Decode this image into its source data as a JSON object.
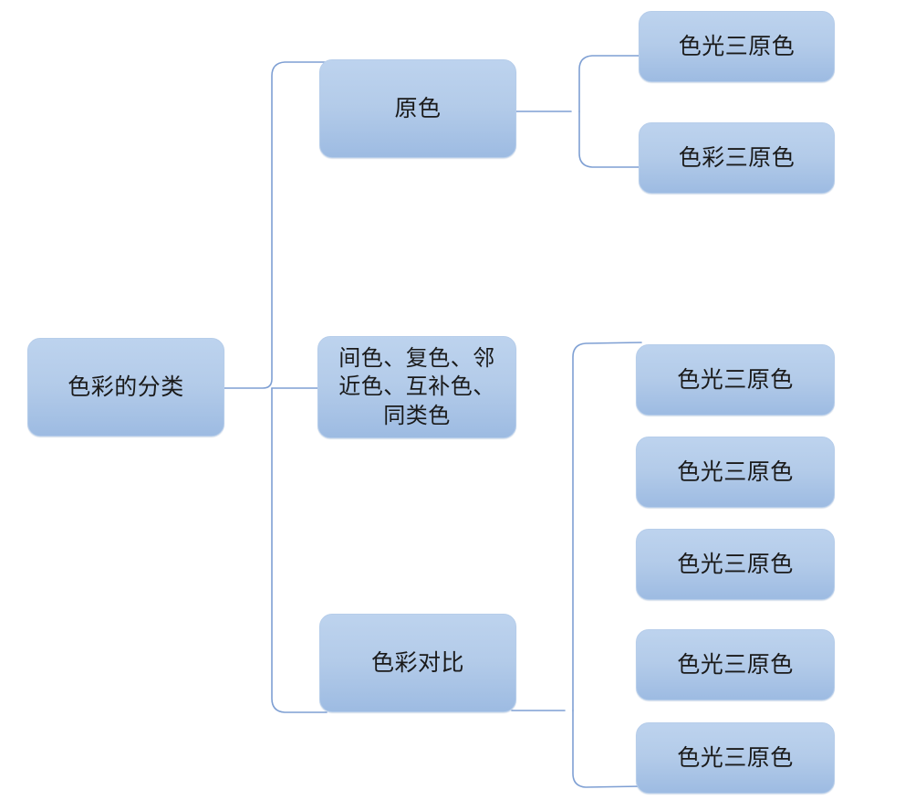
{
  "diagram": {
    "type": "mind-map",
    "title": "色彩的分类",
    "orientation": "left-to-right",
    "background_color": "#ffffff",
    "node_fill_top": "#bdd3ee",
    "node_fill_bottom": "#9dbbe2",
    "node_border_color": "#b6cdea",
    "connector_color": "#7e9fd3",
    "text_color": "#1a1a1a"
  },
  "root": {
    "label": "色彩的分类"
  },
  "branches": [
    {
      "label": "原色",
      "children": [
        {
          "label": "色光三原色"
        },
        {
          "label": "色彩三原色"
        }
      ]
    },
    {
      "label": "间色、复色、邻近色、互补色、同类色",
      "children": []
    },
    {
      "label": "色彩对比",
      "children": [
        {
          "label": "色光三原色"
        },
        {
          "label": "色光三原色"
        },
        {
          "label": "色光三原色"
        },
        {
          "label": "色光三原色"
        },
        {
          "label": "色光三原色"
        }
      ]
    }
  ]
}
